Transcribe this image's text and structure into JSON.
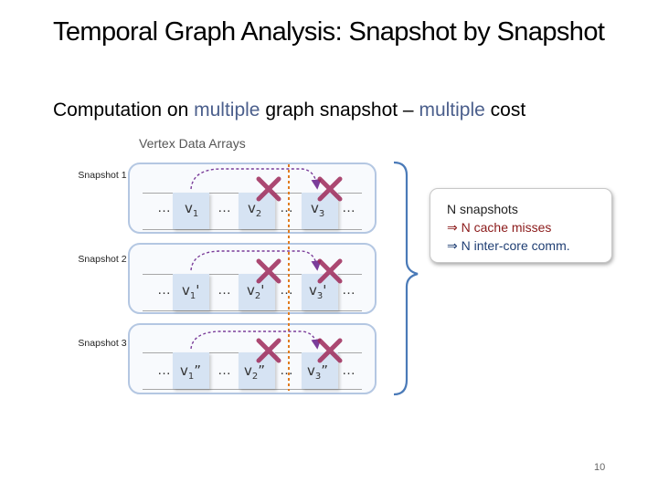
{
  "title": "Temporal Graph Analysis: Snapshot by Snapshot",
  "subtitle": {
    "part1": "Computation on ",
    "highlight1": "multiple",
    "part2": " graph snapshot – ",
    "highlight2": "multiple",
    "part3": " cost"
  },
  "array_title": "Vertex Data Arrays",
  "snapshots": [
    {
      "label": "Snapshot 1",
      "v1": "v",
      "v1_sub": "1",
      "v1_mark": "",
      "v2": "v",
      "v2_sub": "2",
      "v2_mark": "",
      "v3": "v",
      "v3_sub": "3",
      "v3_mark": ""
    },
    {
      "label": "Snapshot 2",
      "v1": "v",
      "v1_sub": "1",
      "v1_mark": "'",
      "v2": "v",
      "v2_sub": "2",
      "v2_mark": "'",
      "v3": "v",
      "v3_sub": "3",
      "v3_mark": "'"
    },
    {
      "label": "Snapshot 3",
      "v1": "v",
      "v1_sub": "1",
      "v1_mark": "”",
      "v2": "v",
      "v2_sub": "2",
      "v2_mark": "”",
      "v3": "v",
      "v3_sub": "3",
      "v3_mark": "”"
    }
  ],
  "ellipsis": "…",
  "summary": {
    "line1": "N snapshots",
    "line2": "⇒ N cache misses",
    "line3": "⇒ N inter-core comm."
  },
  "page_number": "10",
  "colors": {
    "highlight": "#4b5f8c",
    "panel_border": "#b4c7e2",
    "vertex_fill": "#d6e3f3",
    "cross": "#9e2a5a",
    "arrow": "#7b3d9a",
    "divider": "#e07b20",
    "brace": "#4a7ab8",
    "cache_misses": "#8b1a1a",
    "inter_core": "#1f3e73"
  }
}
